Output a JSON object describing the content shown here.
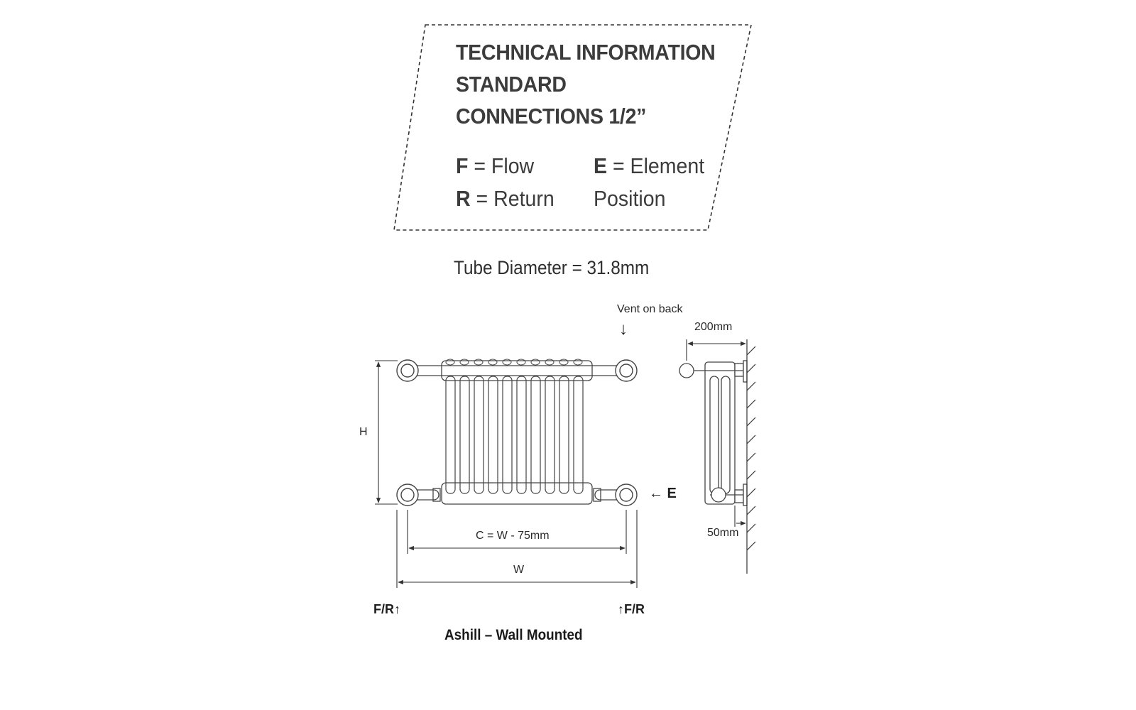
{
  "info_box": {
    "line1": "TECHNICAL INFORMATION",
    "line2": "STANDARD",
    "line3": "CONNECTIONS 1/2”",
    "legend": {
      "f_key": "F",
      "f_text": "= Flow",
      "r_key": "R",
      "r_text": "= Return",
      "e_key": "E",
      "e_text": "= Element",
      "e_text2": "Position"
    }
  },
  "tube_diameter": "Tube Diameter = 31.8mm",
  "drawing": {
    "vent_label": "Vent on back",
    "vent_arrow": "↓",
    "depth_label": "200mm",
    "height_label": "H",
    "element_label": "← E",
    "centres_label": "C = W - 75mm",
    "width_label": "W",
    "wall_gap_label": "50mm",
    "fr_left": "F/R↑",
    "fr_right": "↑F/R",
    "caption": "Ashill – Wall Mounted"
  }
}
